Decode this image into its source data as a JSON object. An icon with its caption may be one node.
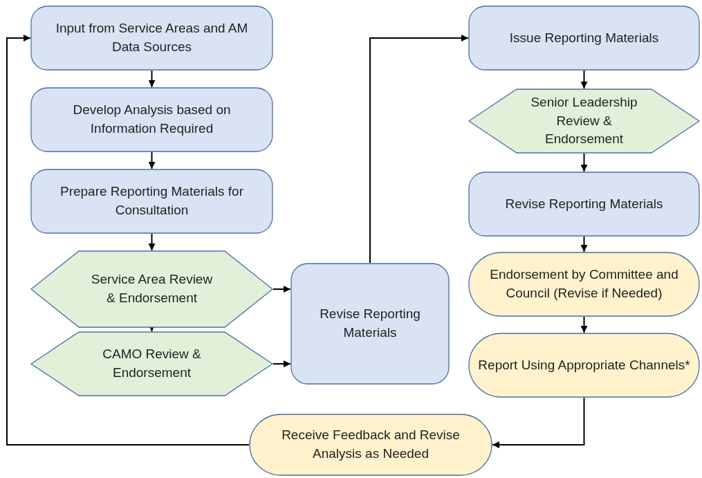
{
  "diagram": {
    "nodes": [
      {
        "text": [
          "Input from Service Areas and AM Data Sources"
        ]
      },
      {
        "text": [
          "Develop Analysis based on Information Required"
        ]
      },
      {
        "text": [
          "Prepare Reporting Materials for Consultation"
        ]
      },
      {
        "text": [
          "Service Area Review & Endorsement"
        ]
      },
      {
        "text": [
          "CAMO Review & Endorsement"
        ]
      },
      {
        "text": [
          "Revise Reporting Materials"
        ]
      },
      {
        "text": [
          "Issue Reporting Materials"
        ]
      },
      {
        "text": [
          "Senior Leadership Review & Endorsement"
        ]
      },
      {
        "text": [
          "Revise Reporting Materials"
        ]
      },
      {
        "text": [
          "Endorsement by Committee and Council (Revise if Needed)"
        ]
      },
      {
        "text": [
          "Report Using Appropriate Channels*"
        ]
      },
      {
        "text": [
          "Receive Feedback and Revise Analysis as Needed"
        ]
      }
    ],
    "edges": [
      {
        "from": 0,
        "to": 1,
        "arrow": "to"
      },
      {
        "from": 1,
        "to": 2,
        "arrow": "to"
      },
      {
        "from": 2,
        "to": 3,
        "arrow": "to"
      },
      {
        "from": 3,
        "to": 4,
        "arrow": "to"
      },
      {
        "from": 3,
        "to": 5,
        "arrow": "to"
      },
      {
        "from": 4,
        "to": 5,
        "arrow": "to"
      },
      {
        "from": 5,
        "to": 6,
        "arrow": "to"
      },
      {
        "from": 6,
        "to": 7,
        "arrow": "to"
      },
      {
        "from": 7,
        "to": 8,
        "arrow": "to"
      },
      {
        "from": 8,
        "to": 9,
        "arrow": "to"
      },
      {
        "from": 9,
        "to": 10,
        "arrow": "to"
      },
      {
        "from": 10,
        "to": 11,
        "arrow": "to"
      },
      {
        "from": 11,
        "to": 0,
        "arrow": "to"
      }
    ]
  }
}
